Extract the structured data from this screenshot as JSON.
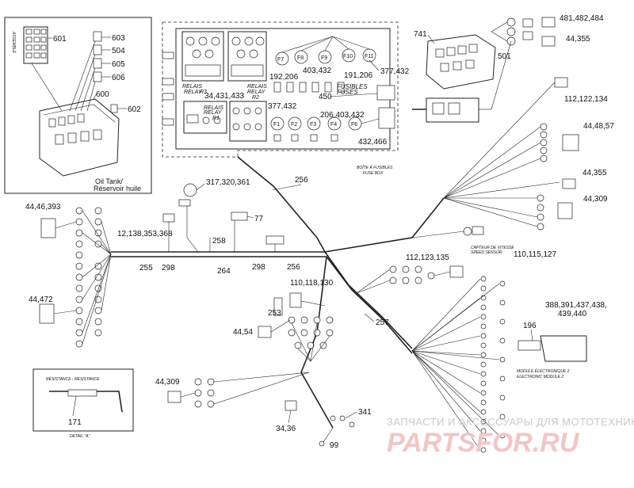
{
  "callouts": {
    "c601": "601",
    "c603": "603",
    "c604": "504",
    "c605": "605",
    "c606": "606",
    "c600": "600",
    "c602": "602",
    "c741": "741",
    "c501": "501",
    "c481": "481,482,484",
    "c44355a": "44,355",
    "c112a": "112,122,134",
    "c4448": "44,48,57",
    "c44355b": "44,355",
    "c44309a": "44,309",
    "c110a": "110,115,127",
    "c192": "192,206",
    "c403": "403,432",
    "c191": "191,206",
    "c377a": "377,432",
    "c377b": "377,432",
    "c450": "450",
    "c206b": "206,403,432",
    "c432": "432,466",
    "c34": "34,431,433",
    "c317": "317,320,361",
    "c256a": "256",
    "c77": "77",
    "c258": "258",
    "c12": "12,138,353,368",
    "c255": "255",
    "c298a": "298",
    "c264": "264",
    "c298b": "298",
    "c256b": "256",
    "c44393": "44,46,393",
    "c44472": "44,472",
    "c112b": "112,123,135",
    "c110b": "110,118,130",
    "c253": "253",
    "c4454": "44,54",
    "c257": "257",
    "c388": "388,391,437,438,",
    "c439": "439,440",
    "c196": "196",
    "c44309b": "44,309",
    "c171": "171",
    "c3436": "34,36",
    "c341": "341",
    "c99": "99"
  },
  "labels": {
    "oil_tank": "Oil Tank/",
    "oil_tank_fr": "Réservoir huile",
    "relay_r3": "RELAIS",
    "relay_r3b": "RELAY",
    "relay_r3c": "R3",
    "relay_r2": "RELAIS",
    "relay_r2b": "RELAY",
    "relay_r2c": "R2",
    "relay_r1": "RELAIS",
    "relay_r1b": "RELAY",
    "relay_r1c": "R1",
    "fusibles": "FUSIBLES",
    "fuses": "FUSES",
    "fuse_box_fr": "BOÎTE À FUSIBLES",
    "fuse_box": "FUSE BOX",
    "speed_sensor_fr": "CAPTEUR DE VITESSE",
    "speed_sensor": "SPEED SENSOR",
    "module_fr": "MODULE ÉLECTRONIQUE 2",
    "module": "ELECTRONIC MODULE 2",
    "detail": "DETAIL \"A\"",
    "resistor": "RÉSISTANCE - RESISTANCE"
  },
  "fuse_ids": [
    "F7",
    "F8",
    "F9",
    "F10",
    "F11",
    "F1",
    "F2",
    "F3",
    "F4",
    "F6"
  ],
  "watermark": {
    "line1": "ЗАПЧАСТИ И АКСЕССУАРЫ ДЛЯ МОТОТЕХНИКИ",
    "line2": "PARTSFOR.RU"
  },
  "colors": {
    "ink": "#222222",
    "watermark_text": "#c9c9c9",
    "watermark_logo": "#f2c6c6"
  }
}
